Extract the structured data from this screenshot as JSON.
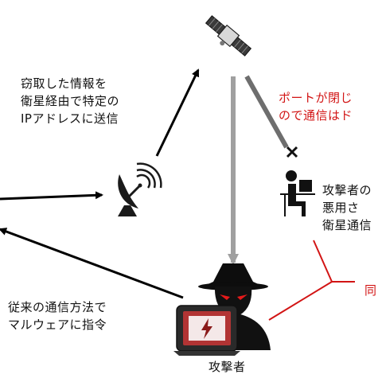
{
  "texts": {
    "satellite_relay": "窃取した情報を\n衛星経由で特定の\nIPアドレスに送信",
    "port_closed": "ポートが閉じ\nので通信はド",
    "attacker_abuse": "攻撃者の\n悪用さ\n衛星通信",
    "legacy_command": "従来の通信方法で\nマルウェアに指令",
    "attacker_label": "攻撃者",
    "same_label": "同"
  },
  "colors": {
    "arrow_black": "#000000",
    "arrow_gray": "#a0a0a0",
    "arrow_darkgray": "#6e6e6e",
    "accent_red": "#d21414",
    "blocked_mark": "#111111"
  },
  "icons": [
    "satellite-icon",
    "satellite-dish-icon",
    "computer-user-icon",
    "hacker-icon",
    "malware-laptop-icon",
    "blocked-x-icon"
  ]
}
